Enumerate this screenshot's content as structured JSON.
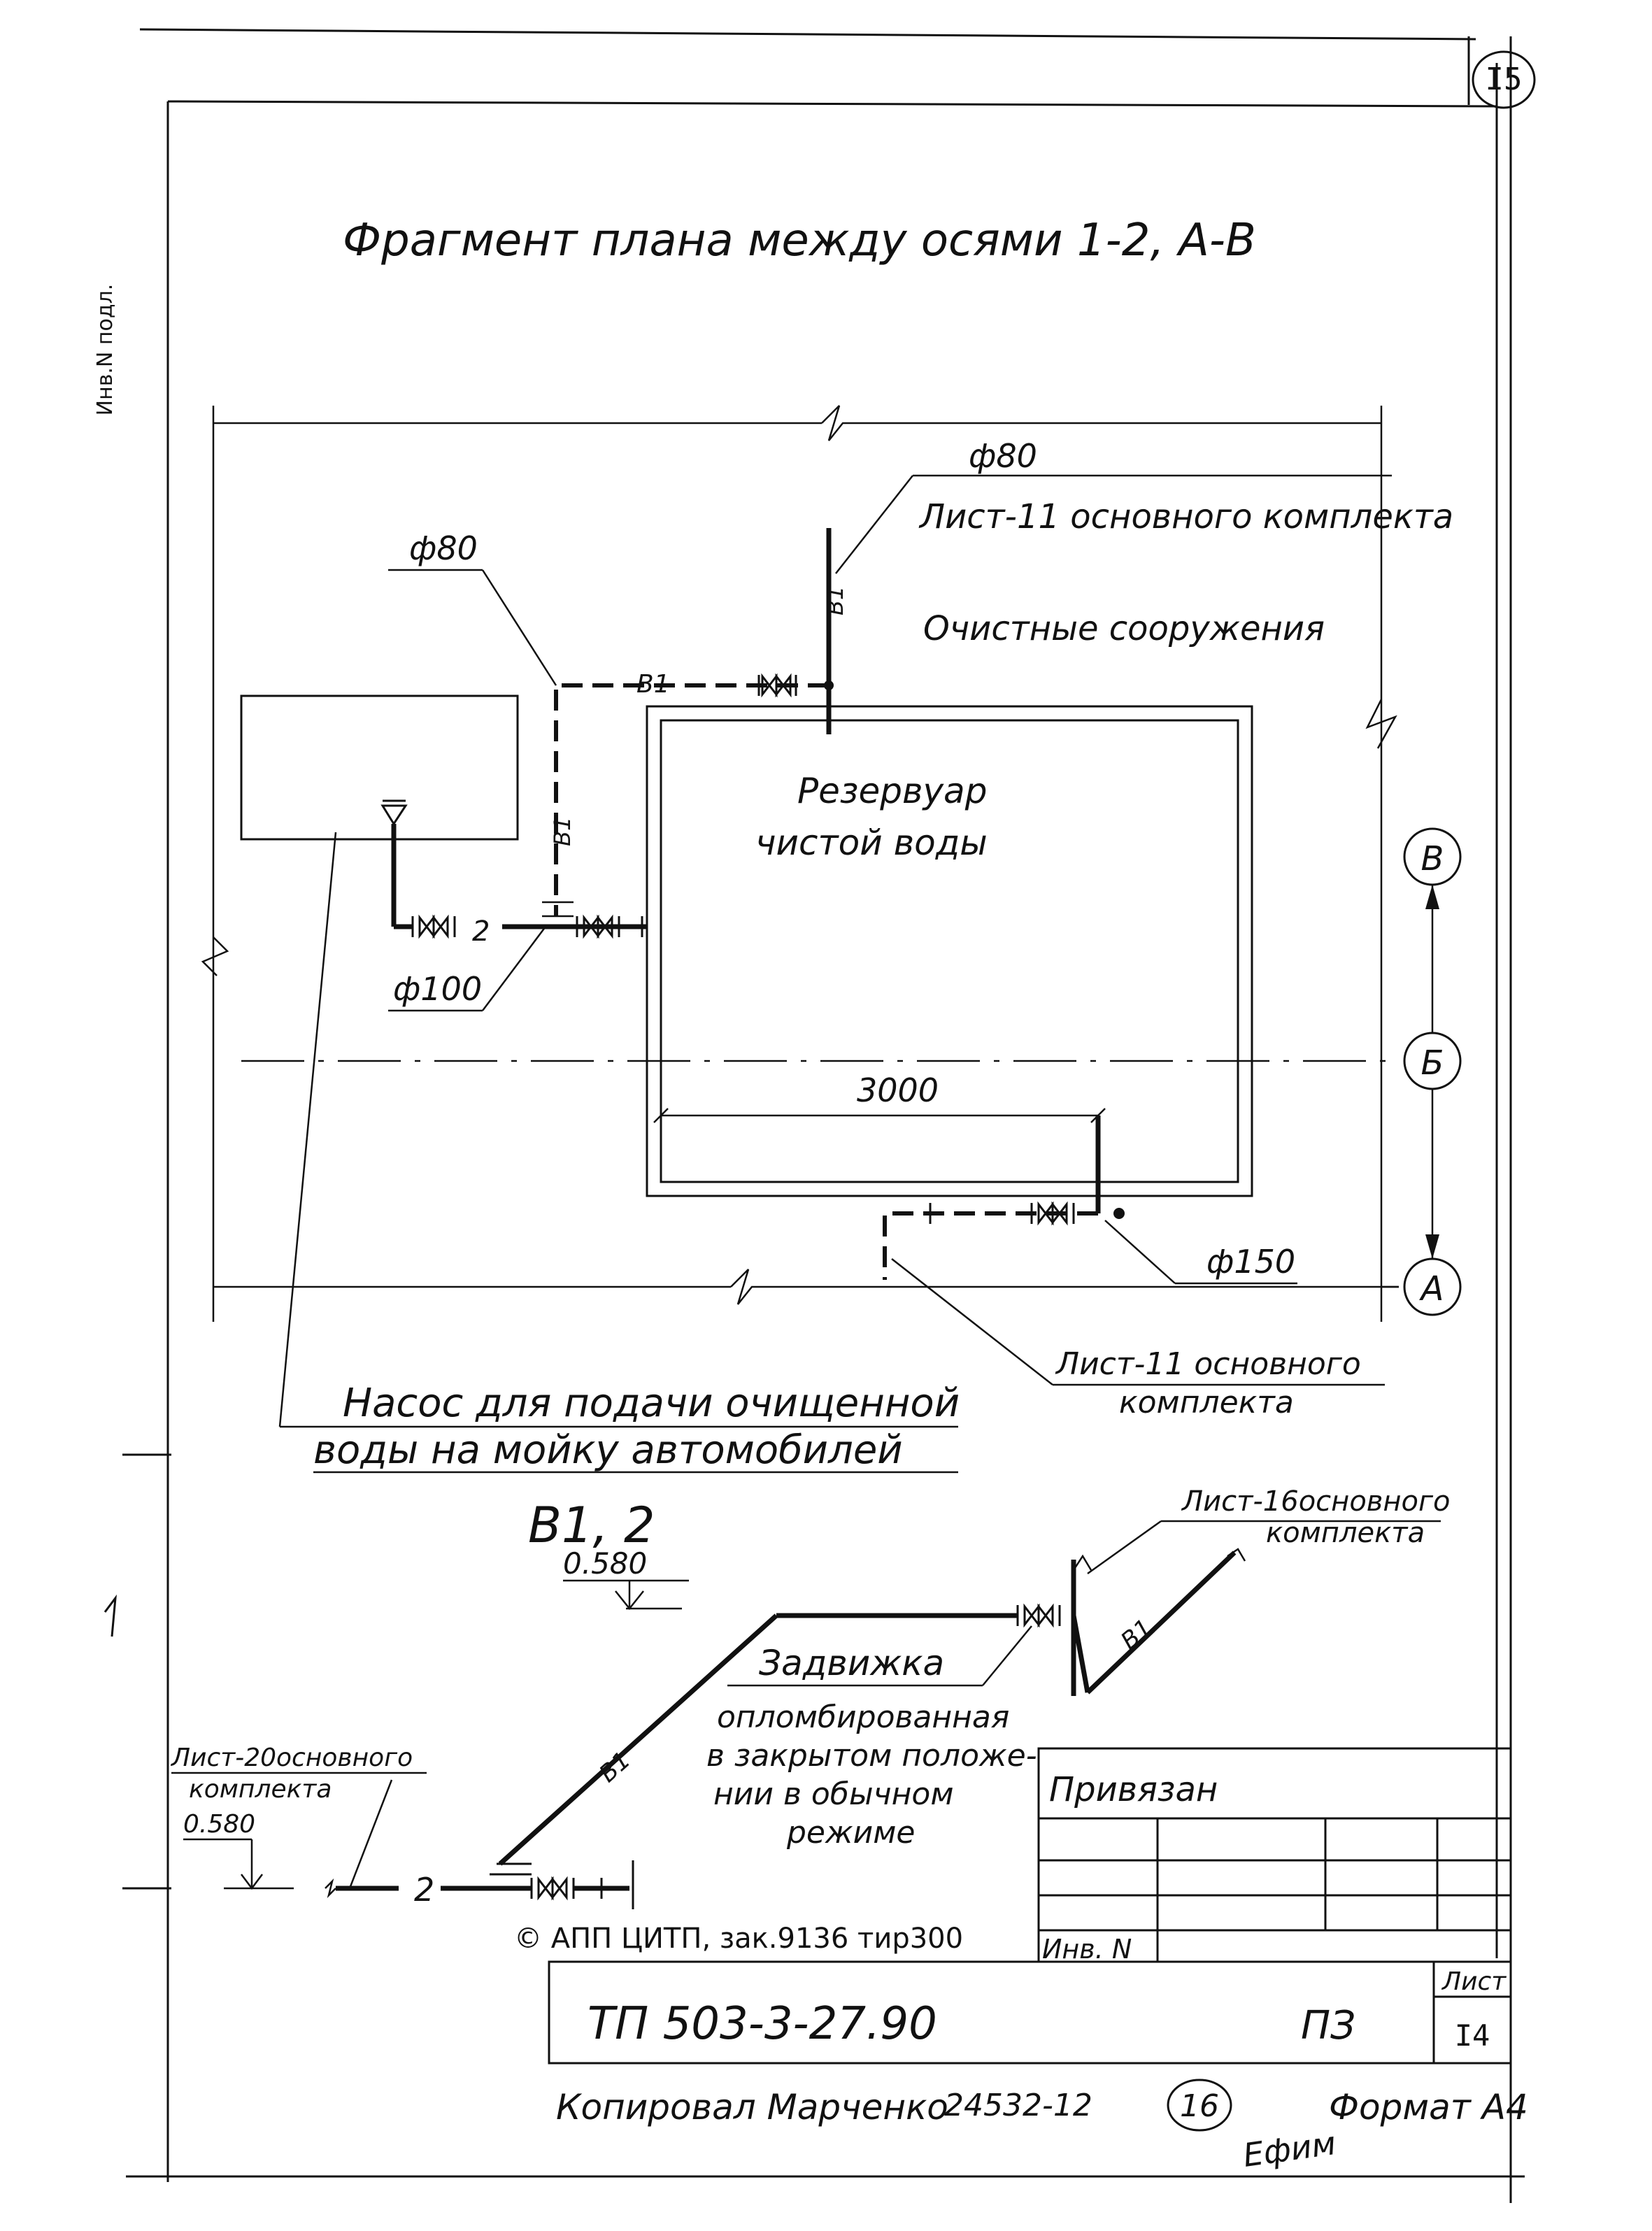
{
  "sheet_corner_number": "I5",
  "plan_title": "Фрагмент плана между осями 1-2, А-В",
  "labels": {
    "phi80_top": "ф80",
    "phi80_left": "ф80",
    "phi100": "ф100",
    "phi150": "ф150",
    "ref_sheet11_top": "Лист-11 основного комплекта",
    "ref_sheet11_bottom_line1": "Лист-11 основного",
    "ref_sheet11_bottom_line2": "комплекта",
    "treatment_facilities": "Очистные сооружения",
    "reservoir_line1": "Резервуар",
    "reservoir_line2": "чистой воды",
    "dimension_3000": "3000",
    "pipe_b1": "В1",
    "pipe_2": "2",
    "pump_line1": "Насос для подачи очищенной",
    "pump_line2": "воды на мойку автомобилей",
    "scheme_title": "В1, 2",
    "elevation_main": "0.580",
    "ref_sheet16_line1": "Лист-16основного",
    "ref_sheet16_line2": "комплекта",
    "valve_title": "Задвижка",
    "valve_desc_line1": "опломбированная",
    "valve_desc_line2": "в закрытом положе-",
    "valve_desc_line3": "нии в обычном",
    "valve_desc_line4": "режиме",
    "ref_sheet20_line1": "Лист-20основного",
    "ref_sheet20_line2": "комплекта",
    "elevation_left": "0.580"
  },
  "axes": {
    "v": "В",
    "b": "Б",
    "a": "А"
  },
  "stamp": {
    "tied": "Привязан",
    "inv_no": "Инв. N",
    "copyright": "© АПП ЦИТП, зак.9136 тир300",
    "doc_code": "ТП 503-3-27.90",
    "doc_type": "ПЗ",
    "sheet_label": "Лист",
    "sheet_number": "I4"
  },
  "footer": {
    "copied_by": "Копировал Марченко",
    "order_no": "24532-12",
    "circled": "16",
    "format": "Формат А4",
    "signature": "Ефим"
  },
  "margin_text": "Инв.N подл."
}
